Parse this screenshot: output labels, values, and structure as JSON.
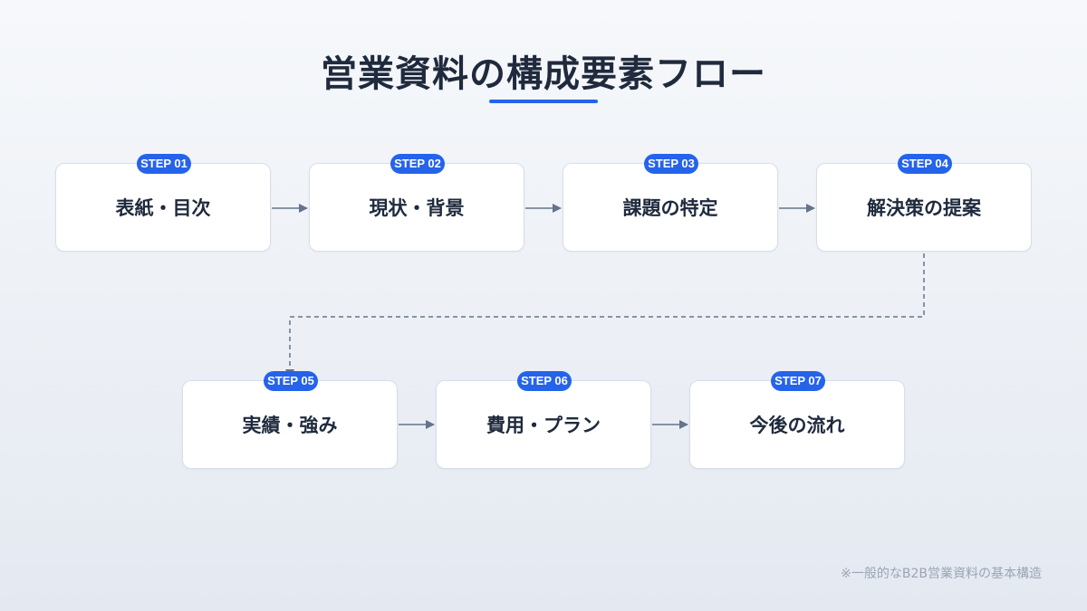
{
  "title": "営業資料の構成要素フロー",
  "accent_color": "#2563eb",
  "connector_color": "#64748b",
  "steps": [
    {
      "badge": "STEP 01",
      "label": "表紙・目次"
    },
    {
      "badge": "STEP 02",
      "label": "現状・背景"
    },
    {
      "badge": "STEP 03",
      "label": "課題の特定"
    },
    {
      "badge": "STEP 04",
      "label": "解決策の提案"
    },
    {
      "badge": "STEP 05",
      "label": "実績・強み"
    },
    {
      "badge": "STEP 06",
      "label": "費用・プラン"
    },
    {
      "badge": "STEP 07",
      "label": "今後の流れ"
    }
  ],
  "footnote": "※一般的なB2B営業資料の基本構造"
}
